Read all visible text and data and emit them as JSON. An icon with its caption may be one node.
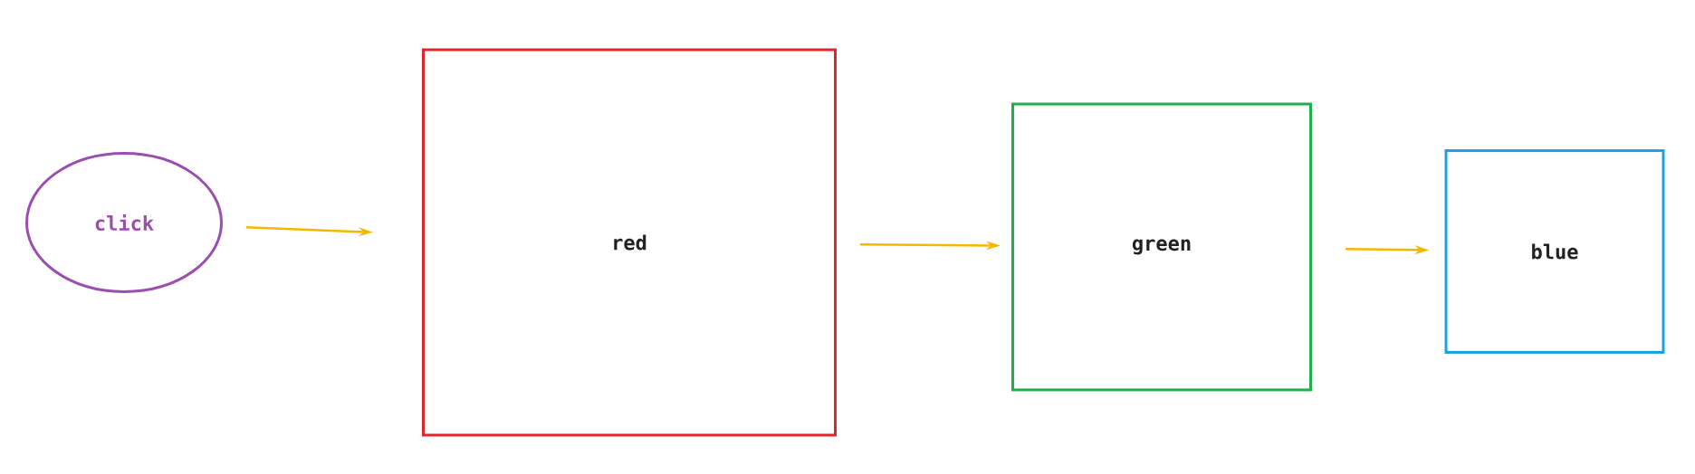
{
  "diagram": {
    "nodes": [
      {
        "text": [
          "click"
        ]
      },
      {
        "text": [
          "red"
        ]
      },
      {
        "text": [
          "green"
        ]
      },
      {
        "text": [
          "blue"
        ]
      }
    ],
    "edges": [
      {
        "from": 0,
        "to": 1,
        "arrow": "to"
      },
      {
        "from": 1,
        "to": 2,
        "arrow": "to"
      },
      {
        "from": 2,
        "to": 3,
        "arrow": "to"
      }
    ]
  }
}
